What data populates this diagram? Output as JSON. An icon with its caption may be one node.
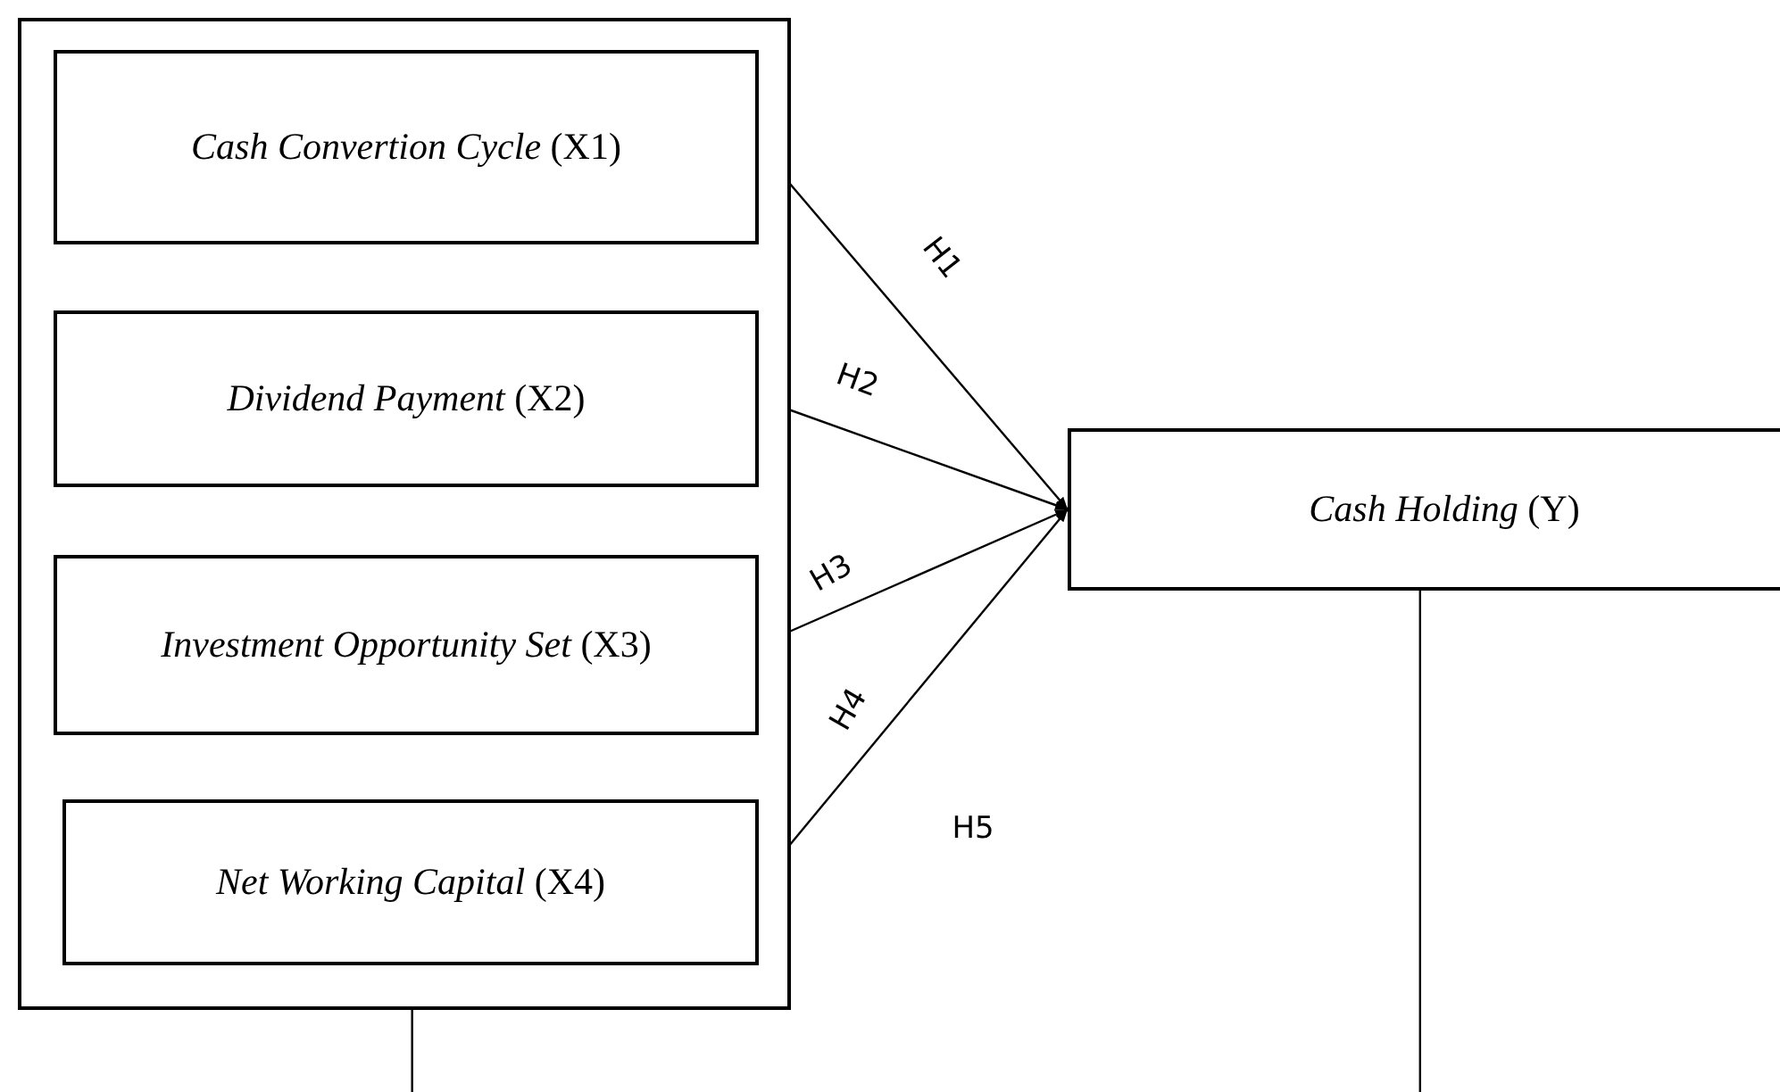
{
  "diagram": {
    "nodes": [
      {
        "text": [],
        "shape": "box"
      },
      {
        "text": [
          "*Cash Convertion Cycle* (X1)"
        ],
        "in": 0
      },
      {
        "text": [
          "*Dividend Payment* (X2)"
        ],
        "in": 0
      },
      {
        "text": [
          "*Investment Opportunity Set* (X3)"
        ],
        "in": 0
      },
      {
        "text": [
          "*Net Working Capital* (X4)"
        ],
        "in": 0
      },
      {
        "text": [
          "*Cash Holding* (Y)"
        ]
      }
    ],
    "edges": [
      {
        "from": 1,
        "to": 5,
        "arrow": "to",
        "label": "H1"
      },
      {
        "from": 2,
        "to": 5,
        "arrow": "to",
        "label": "H2"
      },
      {
        "from": 3,
        "to": 5,
        "arrow": "to",
        "label": "H3"
      },
      {
        "from": 4,
        "to": 5,
        "arrow": "to",
        "label": "H4"
      },
      {
        "from": 0,
        "to": null,
        "arrow": "none"
      },
      {
        "from": 5,
        "to": null,
        "arrow": "none"
      }
    ],
    "labels": [
      "H5"
    ]
  }
}
